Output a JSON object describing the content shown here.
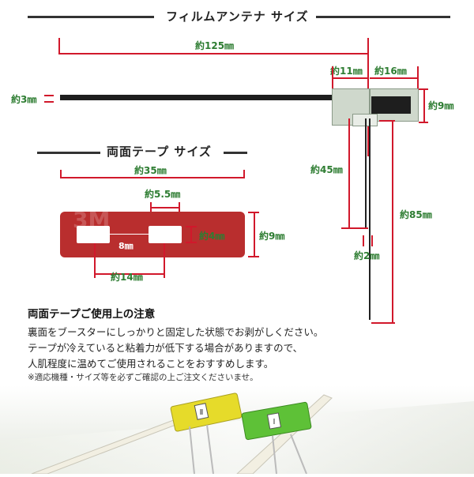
{
  "film_antenna": {
    "title": "フィルムアンテナ サイズ",
    "dim_total_length": "約125㎜",
    "dim_element_width": "約3㎜",
    "dim_left_tab": "約11㎜",
    "dim_right_tab": "約16㎜",
    "dim_tab_height": "約9㎜",
    "dim_short_lead": "約45㎜",
    "dim_long_lead": "約85㎜",
    "dim_lead_gap": "約2㎜"
  },
  "tape": {
    "title": "両面テープ サイズ",
    "dim_width": "約35㎜",
    "dim_gap": "約5.5㎜",
    "dim_hole_spacing": "8㎜",
    "dim_hole_height": "約4㎜",
    "dim_height": "約9㎜",
    "dim_outer_spacing": "約14㎜",
    "logo": "3M"
  },
  "notes": {
    "title": "両面テープご使用上の注意",
    "lines": [
      "裏面をブースターにしっかりと固定した状態でお剥がしください。",
      "テープが冷えていると粘着力が低下する場合がありますので、",
      "人肌程度に温めてご使用されることをおすすめします。"
    ],
    "small": "※適応機種・サイズ等を必ずご確認の上ご注文くださいませ。"
  },
  "photo": {
    "label_yellow": "Ⅱ",
    "label_green": "Ⅰ"
  },
  "colors": {
    "dimension_line": "#d1182b",
    "dimension_text": "#2e7d32",
    "tape_red": "#b92e2e"
  }
}
